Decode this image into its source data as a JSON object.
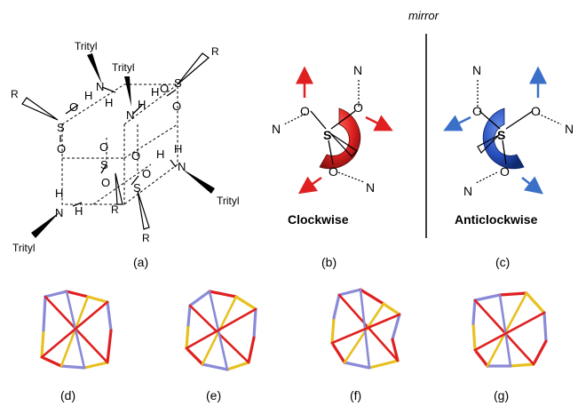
{
  "panel_a": {
    "label": "(a)",
    "trityl": "Trityl",
    "r": "R",
    "atoms": {
      "N": "N",
      "H": "H",
      "O": "O",
      "S": "S"
    }
  },
  "panel_b": {
    "label": "(b)",
    "caption": "Clockwise",
    "N": "N",
    "O": "O",
    "S": "S"
  },
  "panel_c": {
    "label": "(c)",
    "caption": "Anticlockwise",
    "N": "N",
    "O": "O",
    "S": "S"
  },
  "mirror_label": "mirror",
  "structure_labels": [
    "(d)",
    "(e)",
    "(f)",
    "(g)"
  ],
  "colors": {
    "clockwise_ring": "#e02020",
    "anticlockwise_ring": "#2850c0",
    "clockwise_arrows": "#e02020",
    "anticlockwise_arrows": "#3a70c8",
    "bond_nitrogen": "#8a8ad8",
    "bond_oxygen": "#e02020",
    "bond_sulfur": "#e8c020"
  }
}
